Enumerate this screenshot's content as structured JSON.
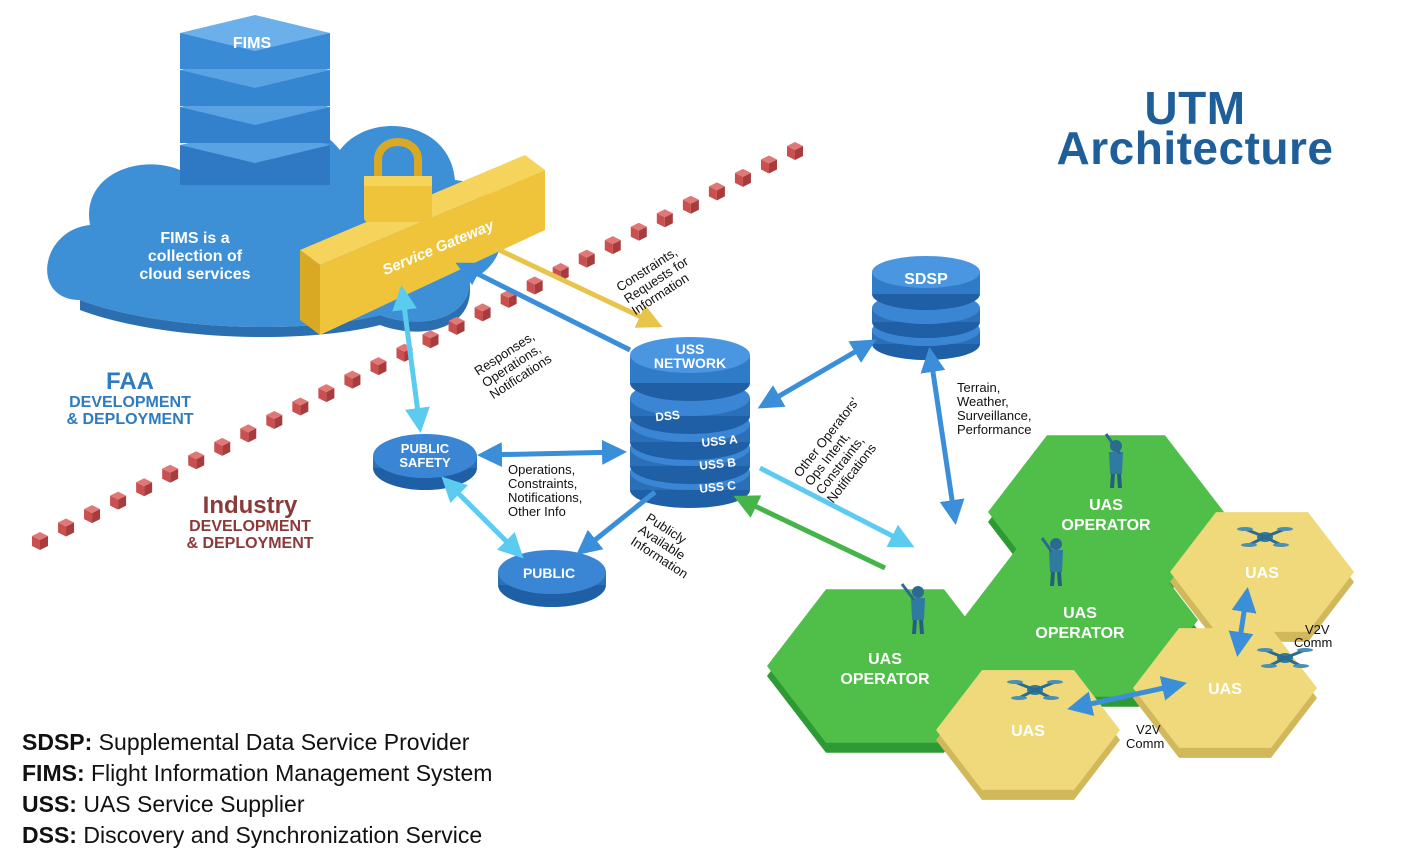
{
  "title": {
    "line1": "UTM",
    "line2": "Architecture"
  },
  "zones": {
    "faa": {
      "title": "FAA",
      "line1": "DEVELOPMENT",
      "line2": "& DEPLOYMENT"
    },
    "industry": {
      "title": "Industry",
      "line1": "DEVELOPMENT",
      "line2": "& DEPLOYMENT"
    }
  },
  "nodes": {
    "fims": "FIMS",
    "fims_desc": [
      "FIMS is a",
      "collection of",
      "cloud services"
    ],
    "service_gateway": "Service Gateway",
    "uss_network": [
      "USS",
      "NETWORK"
    ],
    "dss": "DSS",
    "uss_a": "USS A",
    "uss_b": "USS B",
    "uss_c": "USS C",
    "sdsp": "SDSP",
    "public_safety": [
      "PUBLIC",
      "SAFETY"
    ],
    "public": "PUBLIC",
    "uas_operator": [
      "UAS",
      "OPERATOR"
    ],
    "uas": "UAS"
  },
  "flows": {
    "constraints_requests": [
      "Constraints,",
      "Requests for",
      "Information"
    ],
    "responses": [
      "Responses,",
      "Operations,",
      "Notifications"
    ],
    "ops_to_public_safety": [
      "Operations,",
      "Constraints,",
      "Notifications,",
      "Other Info"
    ],
    "publicly_available": [
      "Publicly",
      "Available",
      "Information"
    ],
    "other_operators": [
      "Other Operators'",
      "Ops Intent,",
      "Constraints,",
      "Notifications"
    ],
    "terrain": [
      "Terrain,",
      "Weather,",
      "Surveillance,",
      "Performance"
    ],
    "v2v": [
      "V2V",
      "Comm"
    ]
  },
  "legend": [
    {
      "abbr": "SDSP:",
      "text": " Supplemental Data Service Provider"
    },
    {
      "abbr": "FIMS:",
      "text": " Flight Information Management System"
    },
    {
      "abbr": "USS:",
      "text": " UAS Service Supplier"
    },
    {
      "abbr": "DSS:",
      "text": " Discovery and Synchronization Service"
    }
  ],
  "colors": {
    "cloud": "#3d8fd6",
    "server_blue": "#3a86d1",
    "gateway_yellow": "#f0c43a",
    "hex_green": "#4fbf4a",
    "hex_yellow": "#f0d97a",
    "divider_red": "#c9504f",
    "title_blue": "#1f5f99",
    "arrow_blue": "#3b8fd9",
    "arrow_cyan": "#5ccbf0",
    "arrow_green": "#45b549",
    "arrow_yellow": "#e8c54a"
  }
}
